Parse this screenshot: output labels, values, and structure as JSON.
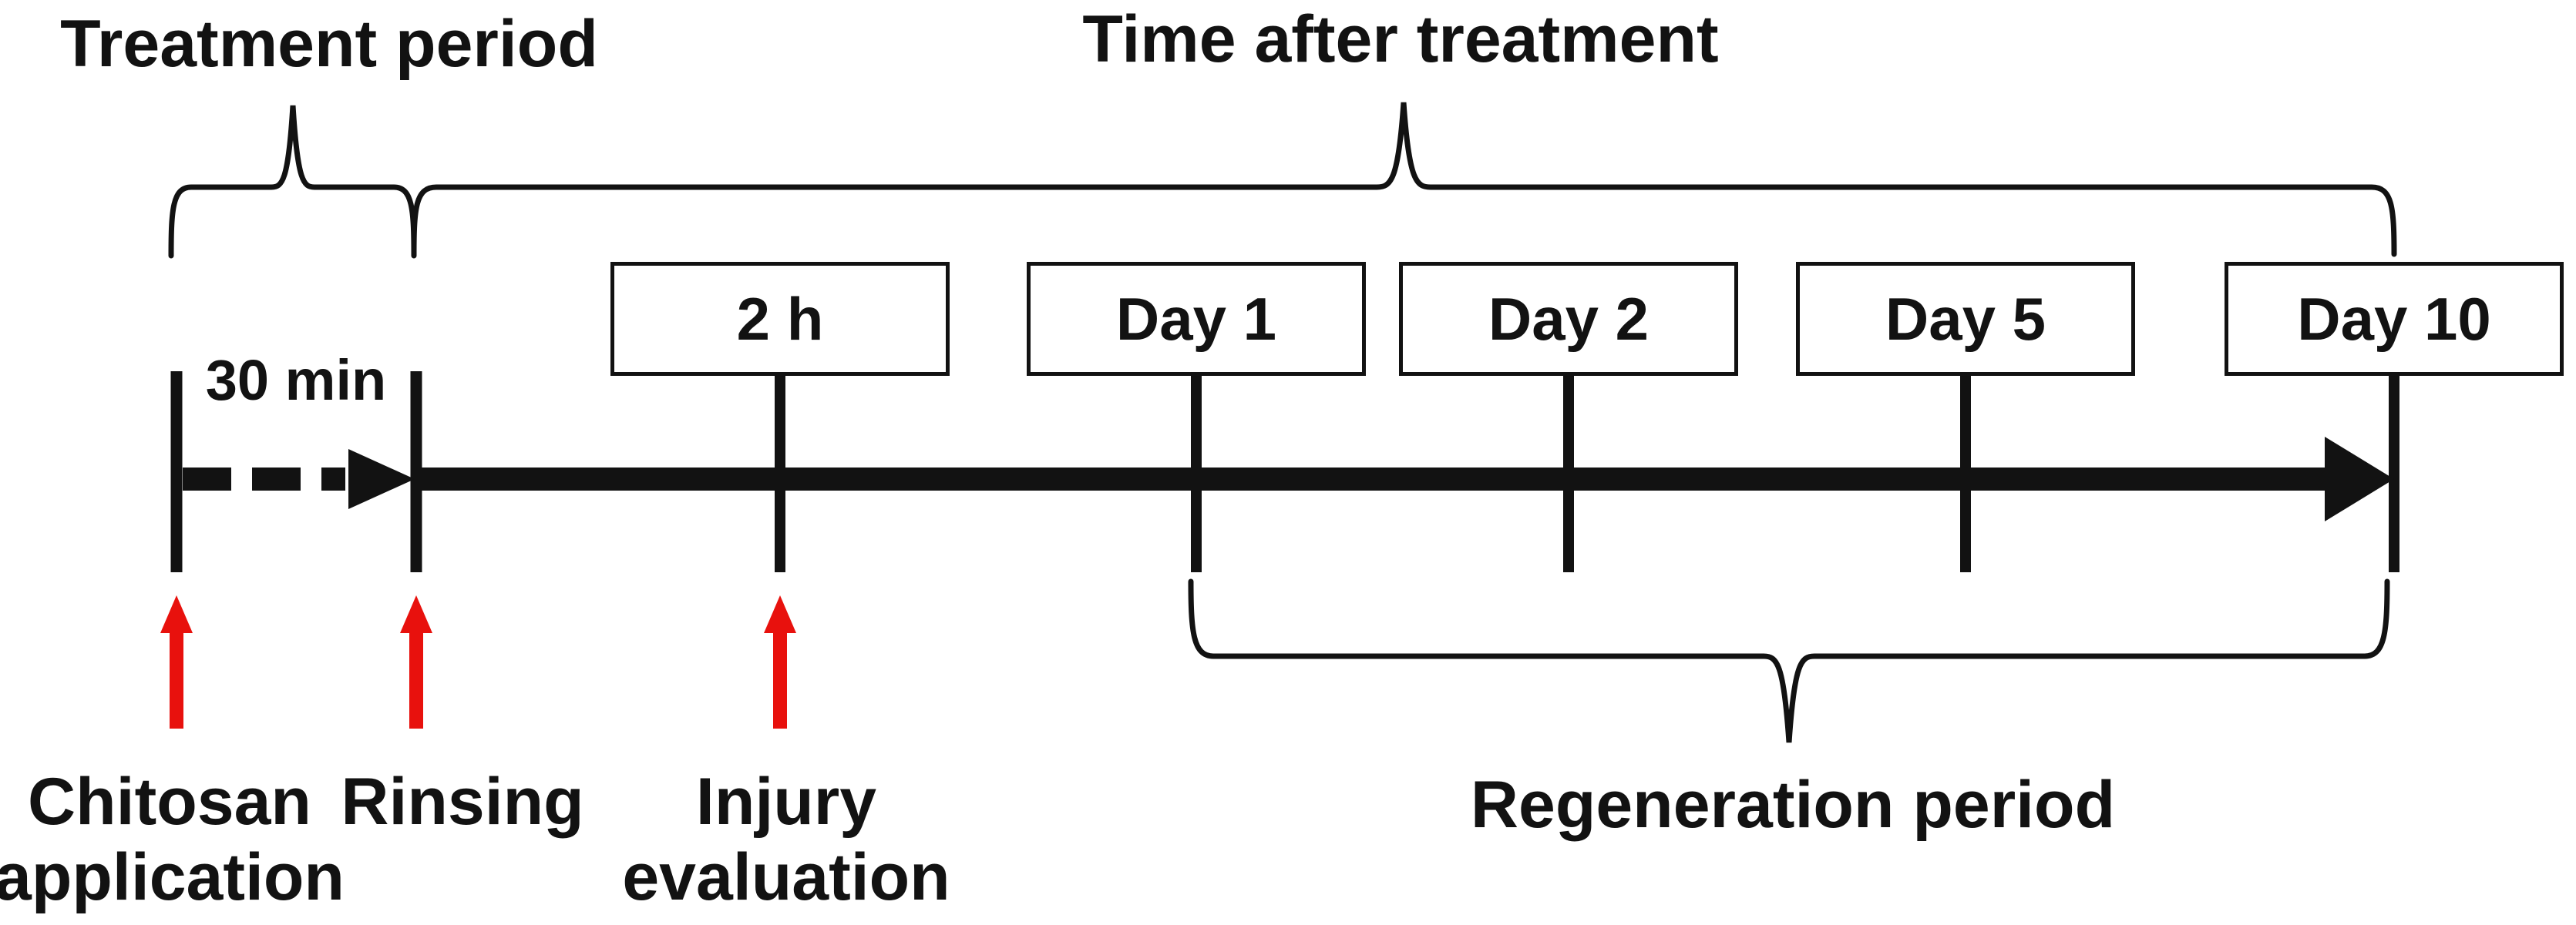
{
  "labels": {
    "treatment_period": "Treatment period",
    "time_after_treatment": "Time after treatment",
    "regeneration_period": "Regeneration period",
    "interval": "30 min"
  },
  "checkpoints": [
    "2 h",
    "Day 1",
    "Day 2",
    "Day 5",
    "Day 10"
  ],
  "events": [
    "Chitosan\napplication",
    "Rinsing",
    "Injury\nevaluation"
  ],
  "colors": {
    "line": "#121212",
    "event_arrow": "#e8110d"
  }
}
